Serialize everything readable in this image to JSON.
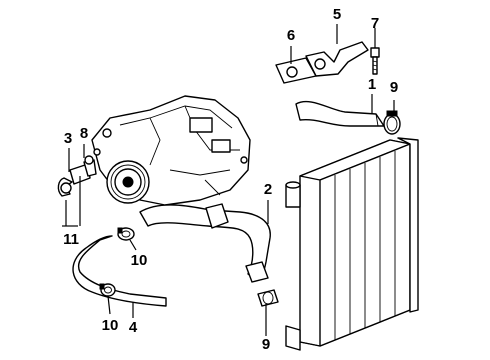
{
  "callouts": {
    "c1": "1",
    "c2": "2",
    "c3": "3",
    "c4": "4",
    "c5": "5",
    "c6": "6",
    "c7": "7",
    "c8": "8",
    "c9_top": "9",
    "c9_bottom": "9",
    "c10_right": "10",
    "c10_left": "10",
    "c11": "11"
  }
}
